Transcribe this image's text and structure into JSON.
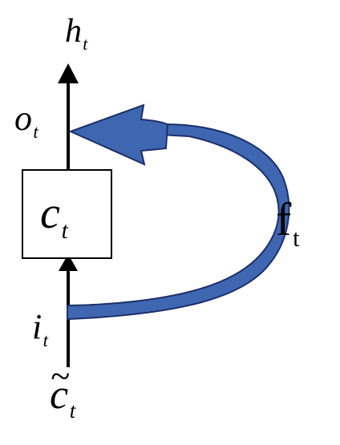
{
  "labels": {
    "h": {
      "base": "h",
      "sub": "t"
    },
    "o": {
      "base": "o",
      "sub": "t"
    },
    "c": {
      "base": "c",
      "sub": "t"
    },
    "f": {
      "base": "f",
      "sub": "t"
    },
    "i": {
      "base": "i",
      "sub": "t"
    },
    "c_tilde": {
      "mark": "~",
      "base": "c",
      "sub": "t"
    }
  },
  "colors": {
    "arrow_fill": "#3f67b1",
    "arrow_stroke": "#1b2f69",
    "line": "#000000",
    "box_border": "#000000"
  }
}
